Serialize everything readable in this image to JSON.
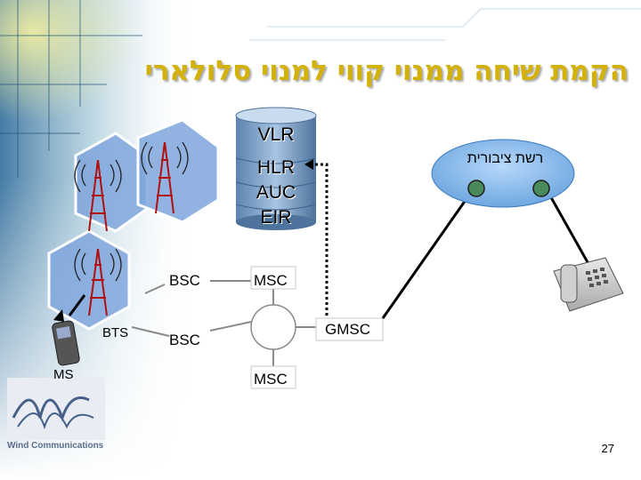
{
  "title": "הקמת שיחה ממנוי קווי למנוי סלולארי",
  "database": {
    "labels": [
      "VLR",
      "HLR",
      "AUC",
      "EIR"
    ]
  },
  "nodes": {
    "bsc_top": "BSC",
    "bsc_bottom": "BSC",
    "msc_top": "MSC",
    "msc_bottom": "MSC",
    "gmsc": "GMSC",
    "bts": "BTS",
    "ms": "MS"
  },
  "public_network": "רשת ציבורית",
  "logo": {
    "text": "Wind Communications"
  },
  "page_number": "27",
  "colors": {
    "title": "#d4b106",
    "cell_fill": "#7fa6dc",
    "cloud_fill": "#7db3ea",
    "connector_green": "#4a8a5a",
    "link_gray": "#8a8a8a"
  }
}
